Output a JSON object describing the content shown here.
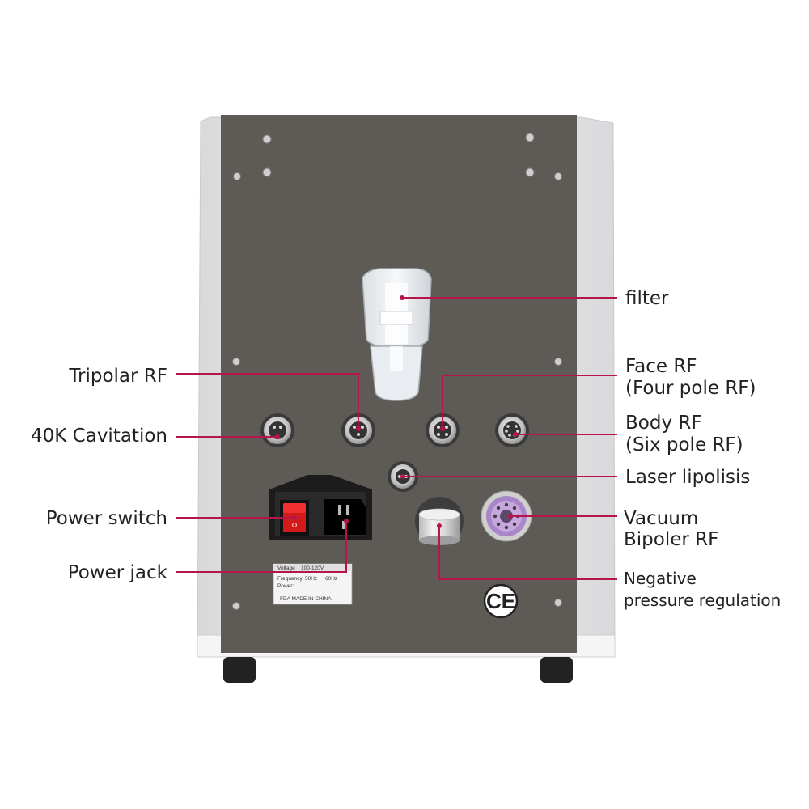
{
  "colors": {
    "panel": "#5e5b57",
    "housing": "#e6e6e8",
    "leader": "#b8144c",
    "text": "#222222"
  },
  "labels": {
    "filter": "filter",
    "tripolar_rf": "Tripolar RF",
    "cavitation_40k": "40K Cavitation",
    "face_rf_line1": "Face RF",
    "face_rf_line2": "(Four pole RF)",
    "body_rf_line1": "Body RF",
    "body_rf_line2": "(Six pole RF)",
    "laser_lipolisis": "Laser lipolisis",
    "power_switch": "Power switch",
    "vacuum_line1": "Vacuum",
    "vacuum_line2": "Bipoler RF",
    "power_jack": "Power jack",
    "negative_line1": "Negative",
    "negative_line2": "pressure regulation"
  },
  "rating_plate": {
    "voltage_label": "Voltage",
    "voltage_value": "100-120V",
    "frequency_label": "Frequency:",
    "frequency_value": "50Hz",
    "frequency_value2": "60Hz",
    "power_label": "Power:",
    "footer": "FDA  MADE IN CHINA"
  },
  "marks": {
    "ce": "CE",
    "power_switch_glyph": "O"
  }
}
